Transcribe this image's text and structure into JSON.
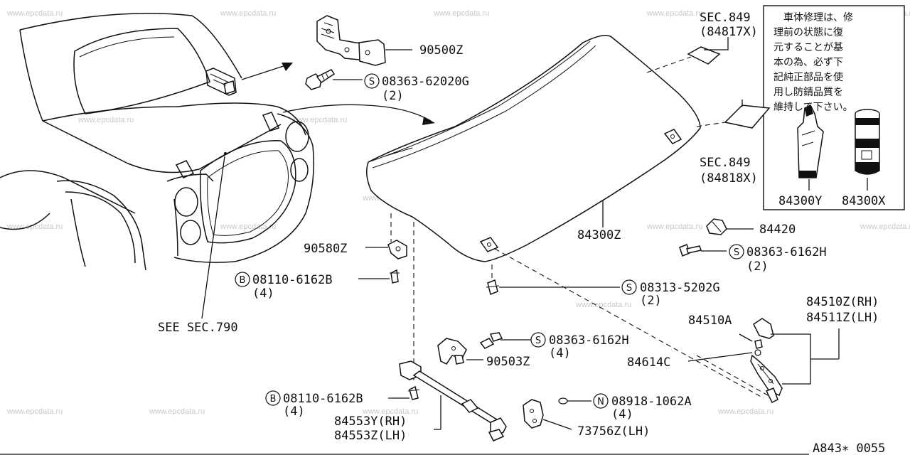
{
  "watermark": "www.epcdata.ru",
  "diagram_code": "A843∗ 0055",
  "notice_lines": [
    "車体修理は、修",
    "理前の状態に復",
    "元することが基",
    "本の為、必ず下",
    "記純正部品を使",
    "用し防錆品質を",
    "維持して下さい。"
  ],
  "callouts": {
    "sec849_top": "SEC.849",
    "sec849_top_ref": "(84817X)",
    "hinge": "90500Z",
    "hinge_bolt": "08363-62020G",
    "hinge_bolt_qty": "(2)",
    "sec849_mid": "SEC.849",
    "sec849_mid_ref": "(84818X)",
    "hood": "84300Z",
    "sealer_tube": "84300Y",
    "sealer_can": "84300X",
    "bumper_upper": "84420",
    "bumper_bolt": "08363-6162H",
    "bumper_bolt_qty": "(2)",
    "prop_clip": "90580Z",
    "clip_bolt": "08110-6162B",
    "clip_bolt_qty": "(4)",
    "hood_bolt": "08313-5202G",
    "hood_bolt_qty": "(2)",
    "see_sec": "SEE SEC.790",
    "stay_rh": "84510Z(RH)",
    "stay_lh": "84511Z(LH)",
    "stay_bracket": "84510A",
    "stay_bolt": "08363-6162H",
    "stay_bolt_qty": "(4)",
    "lock_bracket": "90503Z",
    "stay_clip": "84614C",
    "rod_bolt": "08110-6162B",
    "rod_bolt_qty": "(4)",
    "nut": "08918-1062A",
    "nut_qty": "(4)",
    "rod_rh": "84553Y(RH)",
    "rod_lh": "84553Z(LH)",
    "bracket_lh": "73756Z(LH)"
  },
  "markers": {
    "s": "S",
    "b": "B",
    "n": "N"
  }
}
